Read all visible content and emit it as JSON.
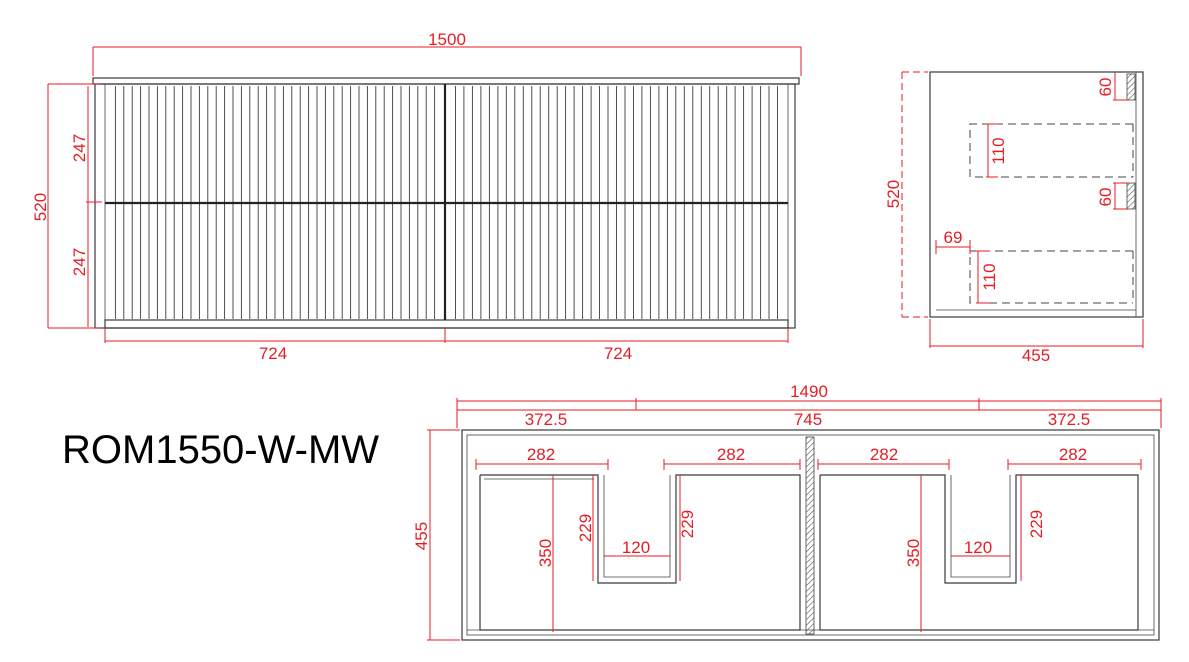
{
  "model_code": "ROM1550-W-MW",
  "colors": {
    "dimension": "#e41e26",
    "outline": "#3a3a3a"
  },
  "front_view": {
    "overall_width": "1500",
    "overall_height": "520",
    "drawer_height_top": "247",
    "drawer_height_bottom": "247",
    "door_width_left": "724",
    "door_width_right": "724"
  },
  "side_view": {
    "height": "520",
    "depth": "455",
    "top_gap": "60",
    "upper_cutout_height": "110",
    "middle_gap": "60",
    "inset": "69",
    "lower_cutout_height": "110"
  },
  "plan_view": {
    "overall_width": "1490",
    "left_segment": "372.5",
    "center_segment": "745",
    "right_segment": "372.5",
    "depth": "455",
    "tray_widths": [
      "282",
      "282",
      "282",
      "282"
    ],
    "left_bowl_depth": "350",
    "right_bowl_depth": "350",
    "left_notch_depth_a": "229",
    "left_notch_depth_b": "229",
    "right_notch_depth": "229",
    "left_notch_width": "120",
    "right_notch_width": "120"
  }
}
